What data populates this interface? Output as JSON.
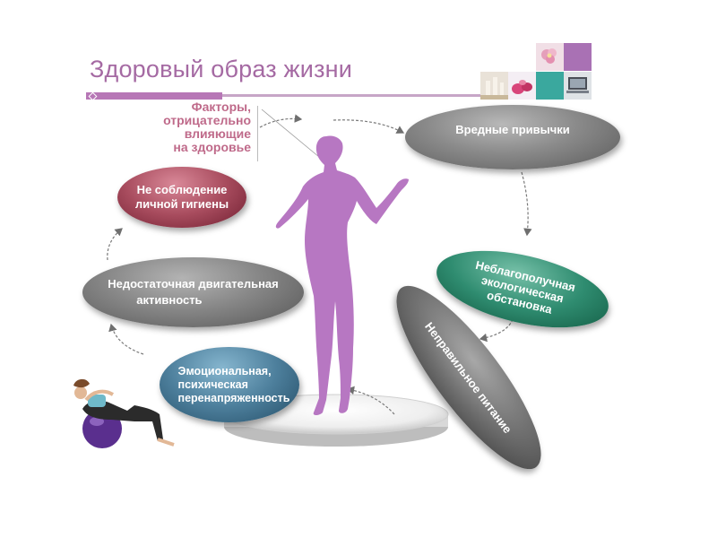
{
  "slide": {
    "title": "Здоровый образ жизни"
  },
  "caption": {
    "lines": [
      "Факторы,",
      "отрицательно",
      "влияющие",
      "на здоровье"
    ]
  },
  "factors": {
    "harmful_habits": "Вредные привычки",
    "hygiene": [
      "Не соблюдение",
      "личной гигиены"
    ],
    "activity": [
      "Недостаточная двигательная",
      "активность"
    ],
    "emotional": [
      "Эмоциональная,",
      "психическая",
      "перенапряженность"
    ],
    "ecology": [
      "Неблагополучная",
      "экологическая",
      "обстановка"
    ],
    "nutrition": "Неправильное питание"
  },
  "colors": {
    "title": "#a56aa3",
    "caption": "#bf6a8a",
    "silhouette": "#b777c2",
    "thumb_purple": "#a971b4",
    "thumb_teal": "#3aa89e"
  }
}
